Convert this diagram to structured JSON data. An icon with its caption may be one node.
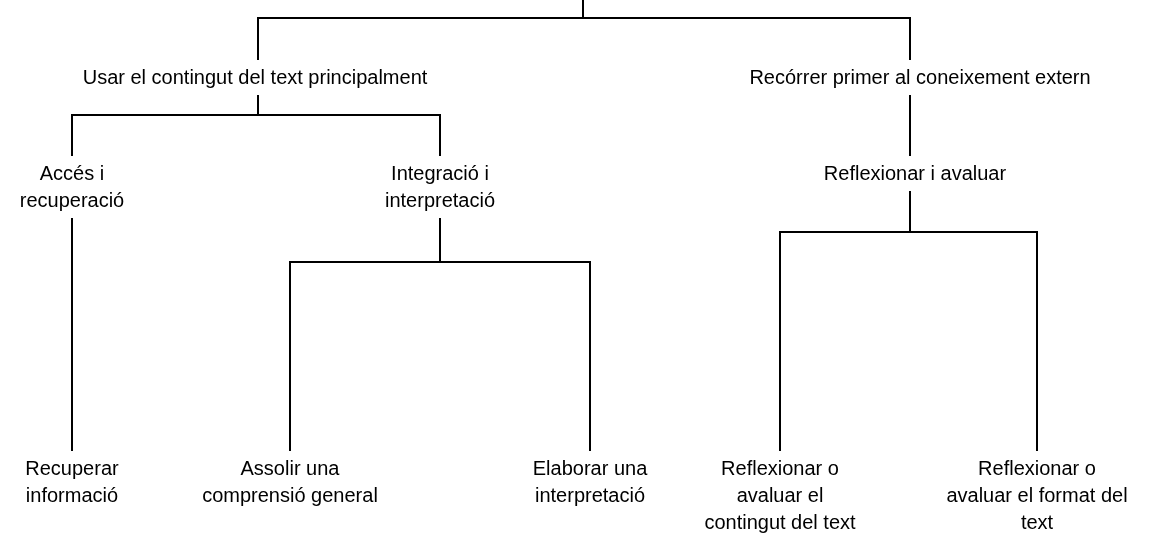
{
  "diagram": {
    "nodes": [
      {
        "text": [
          "Usar el contingut del text principalment"
        ]
      },
      {
        "text": [
          "Recórrer primer al coneixement extern"
        ]
      },
      {
        "text": [
          "Accés i recuperació"
        ]
      },
      {
        "text": [
          "Integració i interpretació"
        ]
      },
      {
        "text": [
          "Reflexionar i avaluar"
        ]
      },
      {
        "text": [
          "Recuperar informació"
        ]
      },
      {
        "text": [
          "Assolir una comprensió general"
        ]
      },
      {
        "text": [
          "Elaborar una interpretació"
        ]
      },
      {
        "text": [
          "Reflexionar o avaluar el contingut del text"
        ]
      },
      {
        "text": [
          "Reflexionar o avaluar el format del text"
        ]
      }
    ],
    "edges": [
      {
        "from": null,
        "to": 0,
        "arrow": "none"
      },
      {
        "from": null,
        "to": 1,
        "arrow": "none"
      },
      {
        "from": 0,
        "to": 2,
        "arrow": "none"
      },
      {
        "from": 0,
        "to": 3,
        "arrow": "none"
      },
      {
        "from": 1,
        "to": 4,
        "arrow": "none"
      },
      {
        "from": 2,
        "to": 5,
        "arrow": "none"
      },
      {
        "from": 3,
        "to": 6,
        "arrow": "none"
      },
      {
        "from": 3,
        "to": 7,
        "arrow": "none"
      },
      {
        "from": 4,
        "to": 8,
        "arrow": "none"
      },
      {
        "from": 4,
        "to": 9,
        "arrow": "none"
      }
    ]
  }
}
